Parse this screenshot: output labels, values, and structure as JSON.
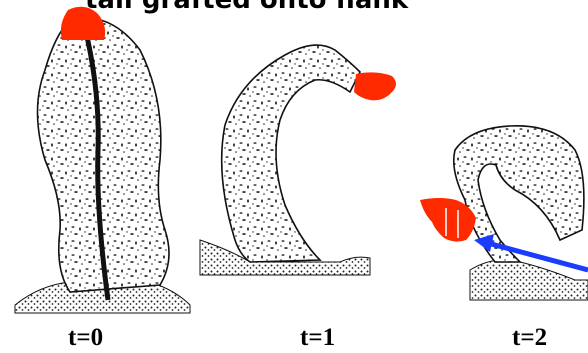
{
  "figure": {
    "title": "tail grafted onto flank",
    "panels": [
      {
        "time_label": "t=0"
      },
      {
        "time_label": "t=1"
      },
      {
        "time_label": "t=2"
      }
    ],
    "colors": {
      "graft_tissue": "#ff2a00",
      "arrow": "#1a3cff",
      "outline": "#111111",
      "stipple": "#222222"
    }
  }
}
